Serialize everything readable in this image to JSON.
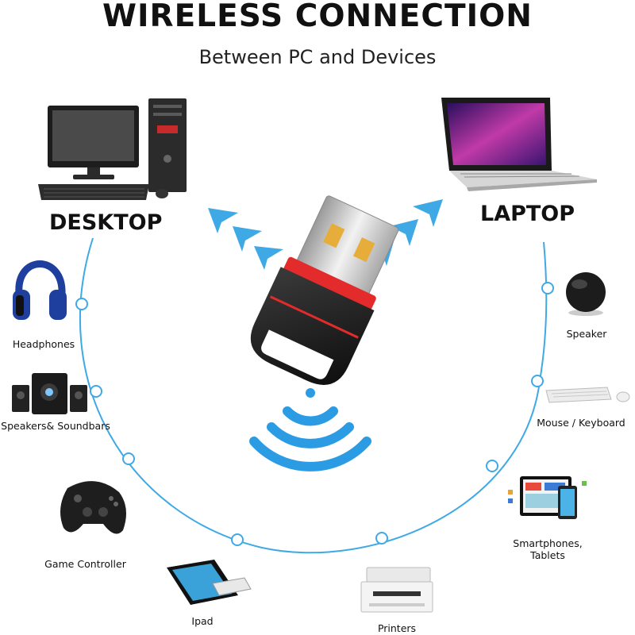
{
  "header": {
    "title": "WIRELESS CONNECTION",
    "subtitle": "Between PC and Devices"
  },
  "labels": {
    "desktop": "DESKTOP",
    "laptop": "LAPTOP",
    "headphones": "Headphones",
    "speakers_soundbars": "Speakers& Soundbars",
    "game_controller": "Game Controller",
    "ipad": "Ipad",
    "printers": "Printers",
    "smartphones_tablets": "Smartphones, Tablets",
    "mouse_keyboard": "Mouse / Keyboard",
    "speaker": "Speaker"
  },
  "colors": {
    "accent_blue": "#3fa9e6",
    "signal_blue": "#2b9be3",
    "adapter_red": "#e32b2b",
    "adapter_black": "#1a1a1a"
  }
}
